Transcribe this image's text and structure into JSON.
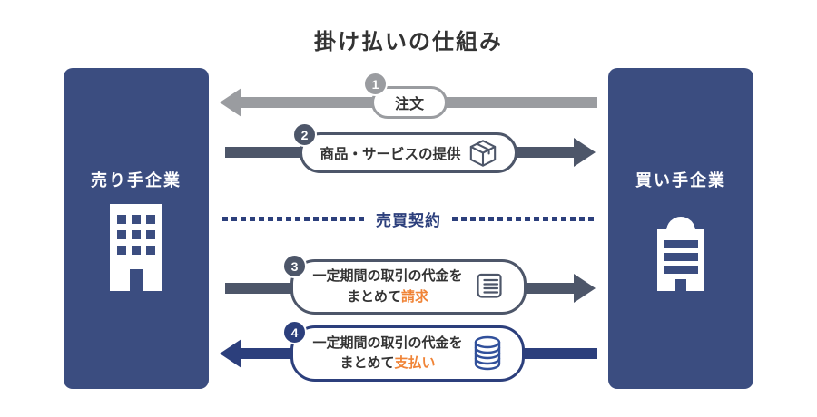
{
  "title": "掛け払いの仕組み",
  "seller": {
    "label": "売り手企業"
  },
  "buyer": {
    "label": "買い手企業"
  },
  "contract": {
    "label": "売買契約"
  },
  "steps": {
    "order": {
      "num": "1",
      "label": "注文"
    },
    "delivery": {
      "num": "2",
      "label": "商品・サービスの提供"
    },
    "invoice": {
      "num": "3",
      "line1": "一定期間の取引の代金を",
      "line2": "まとめて",
      "highlight": "請求"
    },
    "payment": {
      "num": "4",
      "line1": "一定期間の取引の代金を",
      "line2": "まとめて",
      "highlight": "支払い"
    }
  },
  "icons": {
    "delivery": "package-box-icon",
    "invoice": "receipt-icon",
    "payment": "coin-stack-icon",
    "seller": "office-building-icon",
    "buyer": "dome-building-icon"
  },
  "colors": {
    "box_bg": "#3b4d80",
    "gray": "#9a9ca0",
    "slate": "#4d5669",
    "navy": "#2c3f7c",
    "orange": "#f08437",
    "title_text": "#333333",
    "label_text": "#333333",
    "icon_blue": "#31509b"
  }
}
